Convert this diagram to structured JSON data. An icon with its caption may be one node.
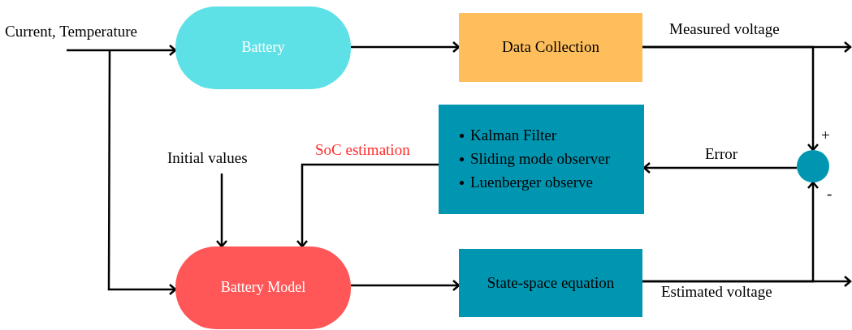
{
  "diagram": {
    "nodes": [
      {
        "text": [
          "Current, Temperature"
        ]
      },
      {
        "text": [
          "Battery"
        ]
      },
      {
        "text": [
          "Data Collection"
        ]
      },
      {
        "text": [
          "Kalman Filter",
          "Sliding mode observer",
          "Luenberger observe"
        ]
      },
      {
        "text": [
          "Initial values"
        ]
      },
      {
        "text": [
          "Battery Model"
        ]
      },
      {
        "text": [
          "State-space equation"
        ]
      },
      {
        "text": [],
        "shape": "circle",
        "beside": [
          "+",
          "-"
        ]
      }
    ],
    "edges": [
      {
        "from": 0,
        "to": 1,
        "arrow": "to"
      },
      {
        "from": 0,
        "to": 5,
        "arrow": "to"
      },
      {
        "from": 1,
        "to": 2,
        "arrow": "to"
      },
      {
        "from": 2,
        "to": null,
        "arrow": "to",
        "label": "Measured voltage"
      },
      {
        "from": 2,
        "to": 7,
        "arrow": "to"
      },
      {
        "from": 7,
        "to": 3,
        "arrow": "to",
        "label": "Error"
      },
      {
        "from": 3,
        "to": 5,
        "arrow": "to",
        "label": "SoC estimation"
      },
      {
        "from": 4,
        "to": 5,
        "arrow": "to"
      },
      {
        "from": 5,
        "to": 6,
        "arrow": "to"
      },
      {
        "from": 6,
        "to": null,
        "arrow": "to",
        "label": "Estimated voltage"
      },
      {
        "from": 6,
        "to": 7,
        "arrow": "to"
      }
    ]
  }
}
